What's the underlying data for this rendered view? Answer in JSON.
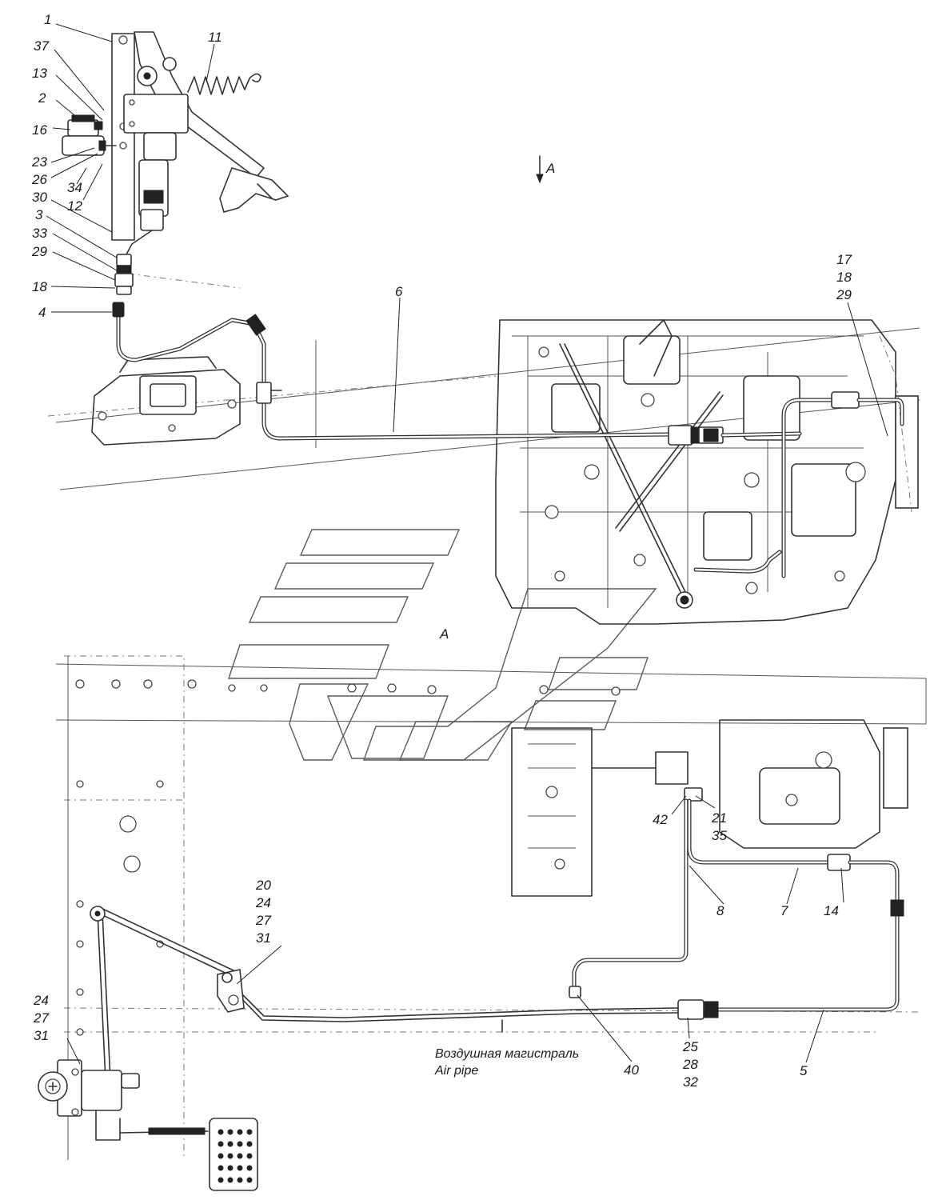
{
  "labels": {
    "l1": "1",
    "l37": "37",
    "l13": "13",
    "l2": "2",
    "l16": "16",
    "l23": "23",
    "l26": "26",
    "l34": "34",
    "l12": "12",
    "l30": "30",
    "l3": "3",
    "l33": "33",
    "l29a": "29",
    "l18a": "18",
    "l4": "4",
    "l11": "11",
    "l6": "6",
    "l17": "17",
    "l18b": "18",
    "l29b": "29",
    "viewA_arrow": "A",
    "viewA_mark": "A",
    "l42": "42",
    "l21": "21",
    "l35": "35",
    "l8": "8",
    "l7": "7",
    "l14": "14",
    "l20": "20",
    "l24a": "24",
    "l27a": "27",
    "l31a": "31",
    "l24b": "24",
    "l27b": "27",
    "l31b": "31",
    "l40": "40",
    "l25": "25",
    "l28": "28",
    "l32": "32",
    "l5": "5"
  },
  "caption": {
    "ru": "Воздушная магистраль",
    "en": "Air pipe"
  }
}
